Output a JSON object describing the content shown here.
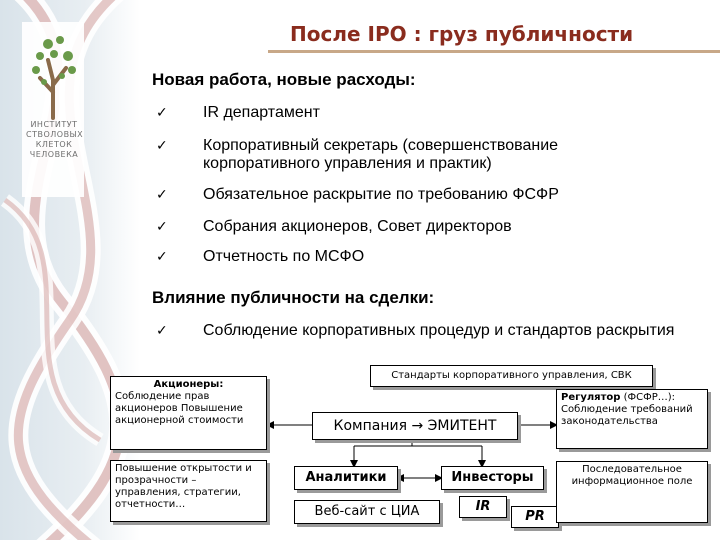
{
  "title": "После IPO : груз публичности",
  "logo": {
    "lines": [
      "ИНСТИТУТ",
      "СТВОЛОВЫХ",
      "КЛЕТОК",
      "ЧЕЛОВЕКА"
    ]
  },
  "section1": {
    "heading": "Новая работа, новые расходы:",
    "items": [
      "IR департамент",
      "Корпоративный секретарь (совершенствование корпоративного управления и практик)",
      "Обязательное раскрытие по требованию ФСФР",
      "Собрания акционеров, Совет директоров",
      "Отчетность по МСФО"
    ]
  },
  "section2": {
    "heading": "Влияние публичности на сделки:",
    "items": [
      "Соблюдение корпоративных процедур и стандартов раскрытия"
    ]
  },
  "bullet_char": "ü",
  "diagram": {
    "standards": "Стандарты корпоративного управления, СВК",
    "shareholders_title": "Акционеры:",
    "shareholders_body": "Соблюдение прав акционеров Повышение акционерной стоимости",
    "transparency": "Повышение открытости и прозрачности – управления, стратегии, отчетности…",
    "company": "Компания → ЭМИТЕНТ",
    "regulator_title": "Регулятор",
    "regulator_body": " (ФСФР…): Соблюдение требований законодательства",
    "analysts": "Аналитики",
    "investors": "Инвесторы",
    "website": "Веб-сайт с ЦИА",
    "ir": "IR",
    "pr": "PR",
    "sequential": "Последовательное информационное поле"
  },
  "colors": {
    "title": "#8a2c1e",
    "helix_red": "#c9918f",
    "helix_white": "#ffffff",
    "tree_green": "#6a9a4a",
    "tree_trunk": "#8a6a4a"
  }
}
